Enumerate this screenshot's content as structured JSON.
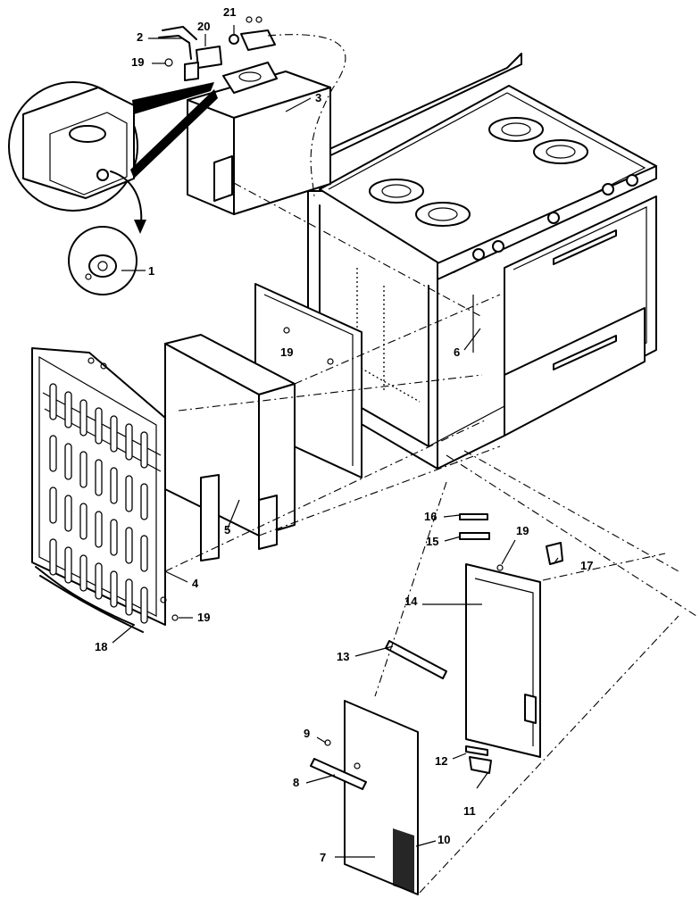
{
  "diagram": {
    "callouts": [
      {
        "key": "c1",
        "text": "1"
      },
      {
        "key": "c2",
        "text": "2"
      },
      {
        "key": "c3",
        "text": "3"
      },
      {
        "key": "c4",
        "text": "4"
      },
      {
        "key": "c5",
        "text": "5"
      },
      {
        "key": "c6",
        "text": "6"
      },
      {
        "key": "c7",
        "text": "7"
      },
      {
        "key": "c8",
        "text": "8"
      },
      {
        "key": "c9",
        "text": "9"
      },
      {
        "key": "c10",
        "text": "10"
      },
      {
        "key": "c11",
        "text": "11"
      },
      {
        "key": "c12",
        "text": "12"
      },
      {
        "key": "c13",
        "text": "13"
      },
      {
        "key": "c14",
        "text": "14"
      },
      {
        "key": "c15",
        "text": "15"
      },
      {
        "key": "c16",
        "text": "16"
      },
      {
        "key": "c17",
        "text": "17"
      },
      {
        "key": "c18",
        "text": "18"
      },
      {
        "key": "c19a",
        "text": "19"
      },
      {
        "key": "c19b",
        "text": "19"
      },
      {
        "key": "c19c",
        "text": "19"
      },
      {
        "key": "c19d",
        "text": "19"
      },
      {
        "key": "c20",
        "text": "20"
      },
      {
        "key": "c21",
        "text": "21"
      }
    ]
  }
}
